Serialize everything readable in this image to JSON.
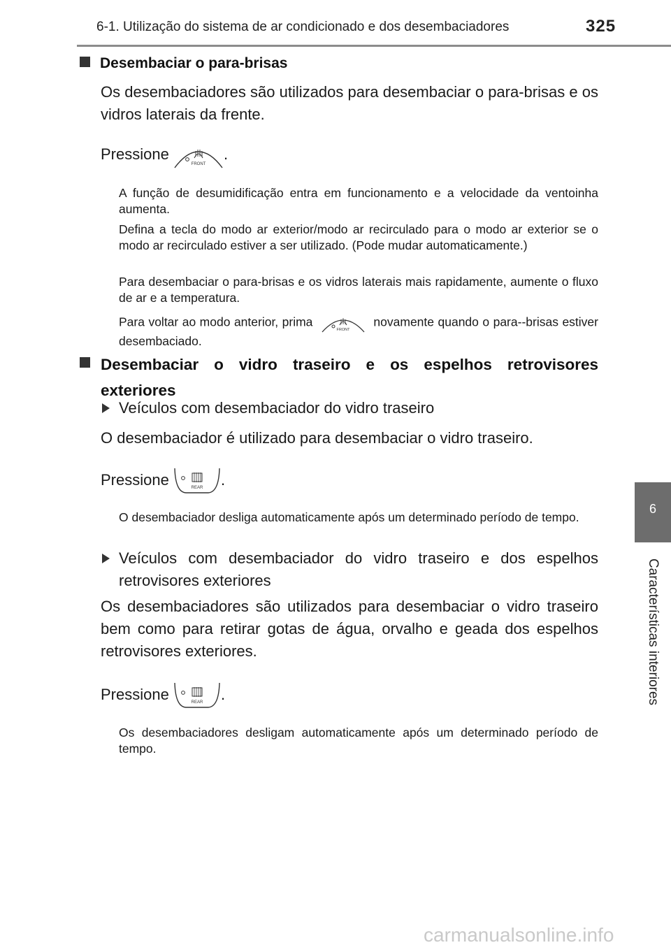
{
  "header": {
    "section_title": "6-1. Utilização do sistema de ar condicionado e dos desembaciadores",
    "page_number": "325"
  },
  "side_tab": {
    "chapter_number": "6",
    "chapter_label": "Características interiores"
  },
  "icons": {
    "front_label": "FRONT",
    "rear_label": "REAR"
  },
  "section1": {
    "heading": "Desembaciar o para-brisas",
    "body": "Os desembaciadores são utilizados para desembaciar o para-brisas e os vidros laterais da frente.",
    "press_label": "Pressione",
    "note_1": "A função de desumidificação entra em funcionamento e a velocidade da ventoinha aumenta.",
    "note_2": "Defina a tecla do modo ar exterior/modo ar recirculado para o modo ar exterior se o modo ar recirculado estiver a ser utilizado. (Pode mudar automaticamente.)",
    "note_3": "Para desembaciar o para-brisas e os vidros laterais mais rapidamente, aumente o fluxo de ar e a temperatura.",
    "note_4_before": "Para voltar ao modo anterior, prima",
    "note_4_after": "novamente quando o para--brisas estiver desembaciado."
  },
  "section2": {
    "heading": "Desembaciar o vidro traseiro e os espelhos retrovisores exteriores",
    "bullet_1": "Veículos com desembaciador do vidro traseiro",
    "body_1": "O desembaciador é utilizado para desembaciar o vidro traseiro.",
    "press_label_1": "Pressione",
    "note_1": "O desembaciador desliga automaticamente após um determinado período de tempo.",
    "bullet_2": "Veículos com desembaciador do vidro traseiro e dos espelhos retrovisores exteriores",
    "body_2": "Os desembaciadores são utilizados para desembaciar o vidro traseiro bem como para retirar gotas de água, orvalho e geada dos espelhos retrovisores exteriores.",
    "press_label_2": "Pressione",
    "note_2": "Os desembaciadores desligam automaticamente após um determinado período de tempo."
  },
  "footer": {
    "watermark": "carmanualsonline.info"
  }
}
